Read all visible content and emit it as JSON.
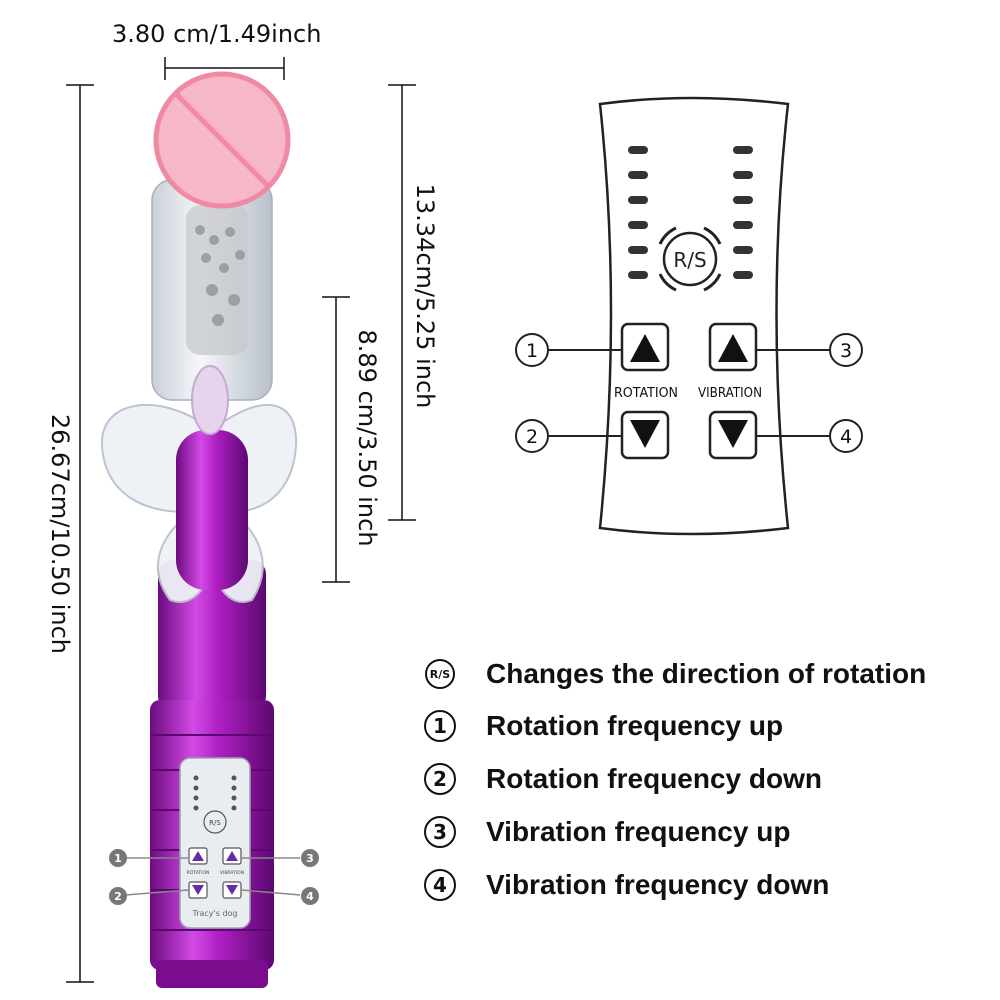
{
  "dimensions": {
    "width": "3.80 cm/1.49inch",
    "total_length": "26.67cm/10.50 inch",
    "head_length": "13.34cm/5.25 inch",
    "shaft_length": "8.89 cm/3.50 inch"
  },
  "remote": {
    "center_label": "R/S",
    "rotation_label": "ROTATION",
    "vibration_label": "VIBRATION",
    "callouts": [
      "1",
      "2",
      "3",
      "4"
    ]
  },
  "device_panel": {
    "center_label": "R/S",
    "rotation_label": "ROTATION",
    "vibration_label": "VIBRATION",
    "brand": "Tracy's dog",
    "callouts": [
      "1",
      "2",
      "3",
      "4"
    ]
  },
  "legend": [
    {
      "badge": "R/S",
      "text": "Changes the direction of rotation"
    },
    {
      "badge": "1",
      "text": "Rotation frequency up"
    },
    {
      "badge": "2",
      "text": "Rotation frequency down"
    },
    {
      "badge": "3",
      "text": "Vibration frequency up"
    },
    {
      "badge": "4",
      "text": "Vibration frequency down"
    }
  ],
  "colors": {
    "body_purple": "#b01fc4",
    "clear_part": "#e4e9ef",
    "censor_pink": "#f6b7c6",
    "line": "#111111"
  }
}
